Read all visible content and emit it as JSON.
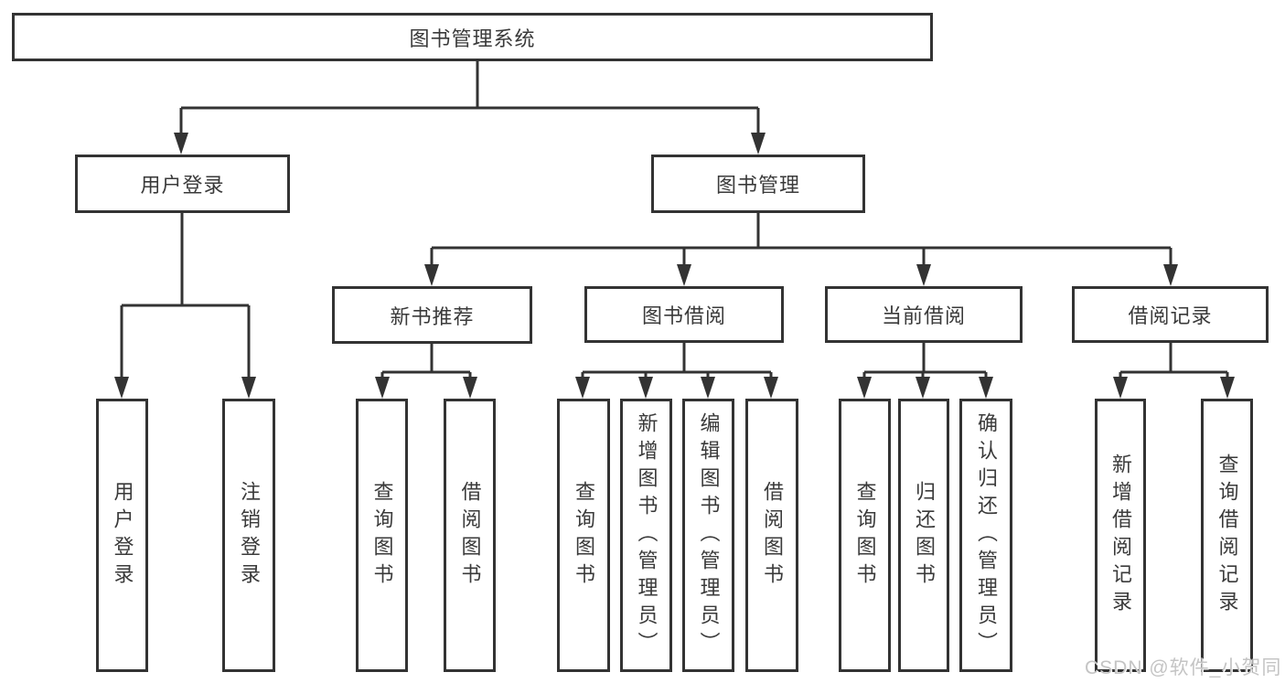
{
  "diagram": {
    "root": {
      "label": "图书管理系统"
    },
    "level2": [
      {
        "label": "用户登录"
      },
      {
        "label": "图书管理"
      }
    ],
    "level3": [
      {
        "label": "新书推荐"
      },
      {
        "label": "图书借阅"
      },
      {
        "label": "当前借阅"
      },
      {
        "label": "借阅记录"
      }
    ],
    "leaves": [
      {
        "label": "用户登录"
      },
      {
        "label": "注销登录"
      },
      {
        "label": "查询图书"
      },
      {
        "label": "借阅图书"
      },
      {
        "label": "查询图书"
      },
      {
        "label": "新增图书（管理员）"
      },
      {
        "label": "编辑图书（管理员）"
      },
      {
        "label": "借阅图书"
      },
      {
        "label": "查询图书"
      },
      {
        "label": "归还图书"
      },
      {
        "label": "确认归还（管理员）"
      },
      {
        "label": "新增借阅记录"
      },
      {
        "label": "查询借阅记录"
      }
    ]
  },
  "watermark": {
    "text": "CSDN @软件_小贺同学"
  },
  "colors": {
    "line": "#333333",
    "text": "#3a3a3a",
    "box_bg": "#ffffff",
    "watermark": "#c4c4c4"
  }
}
